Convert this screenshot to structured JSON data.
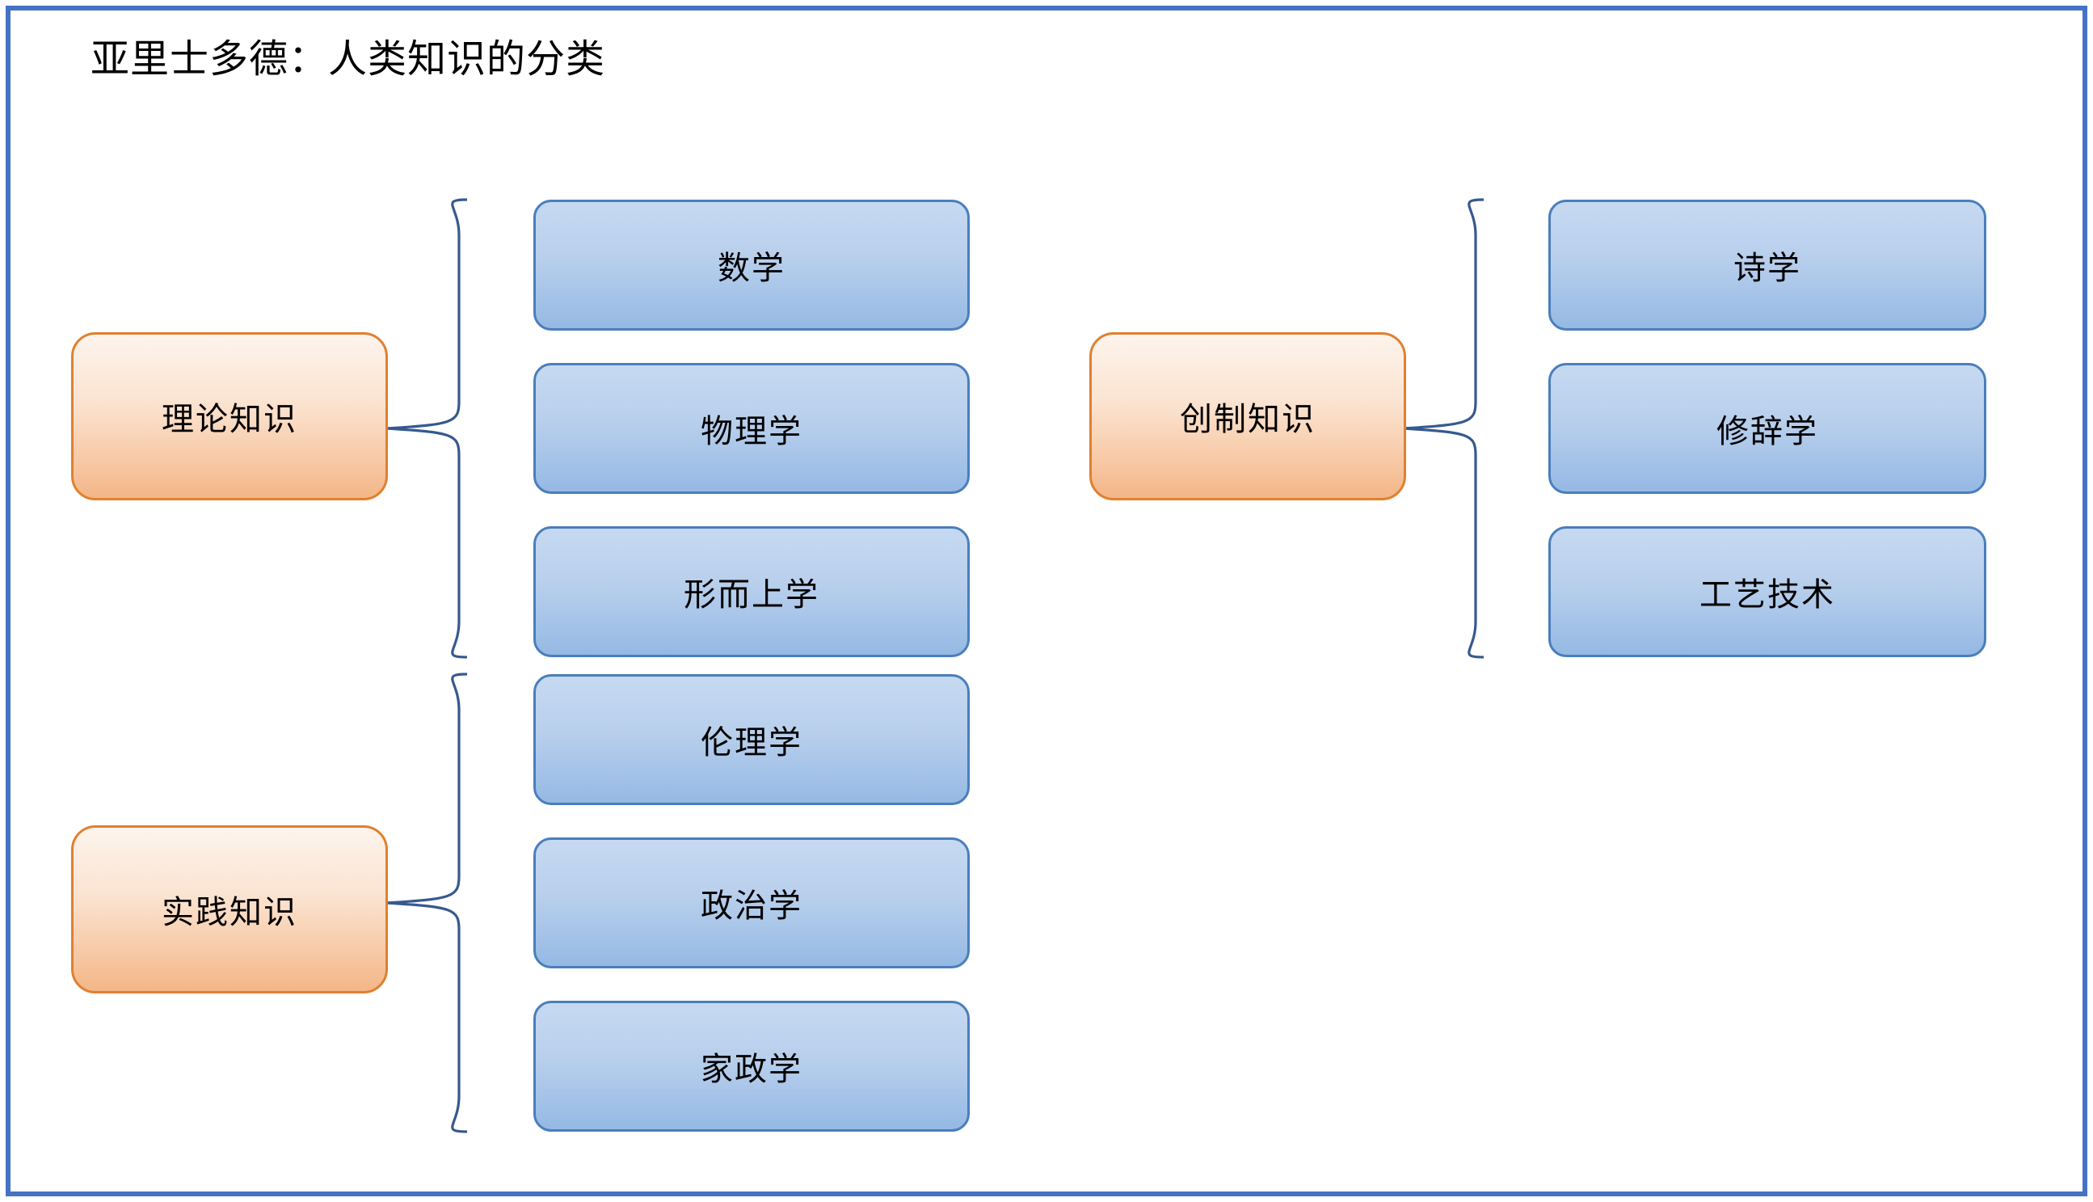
{
  "slide": {
    "title": "亚里士多德：人类知识的分类",
    "border_color": "#4472C4",
    "background_color": "#FFFFFF"
  },
  "theme": {
    "parent_fill_top": "#FDF4ED",
    "parent_fill_bottom": "#F3B687",
    "parent_border": "#E0802F",
    "child_fill_top": "#C6D9F1",
    "child_fill_bottom": "#95B9E4",
    "child_border": "#4A7EBB",
    "connector_color": "#36598F",
    "text_color": "#000000"
  },
  "diagram": {
    "type": "hierarchy",
    "groups": [
      {
        "id": "theoretical",
        "parent": "理论知识",
        "children": [
          "数学",
          "物理学",
          "形而上学"
        ],
        "connector": "curly-brace"
      },
      {
        "id": "practical",
        "parent": "实践知识",
        "children": [
          "伦理学",
          "政治学",
          "家政学"
        ],
        "connector": "curly-brace"
      },
      {
        "id": "productive",
        "parent": "创制知识",
        "children": [
          "诗学",
          "修辞学",
          "工艺技术"
        ],
        "connector": "curly-brace"
      }
    ]
  }
}
